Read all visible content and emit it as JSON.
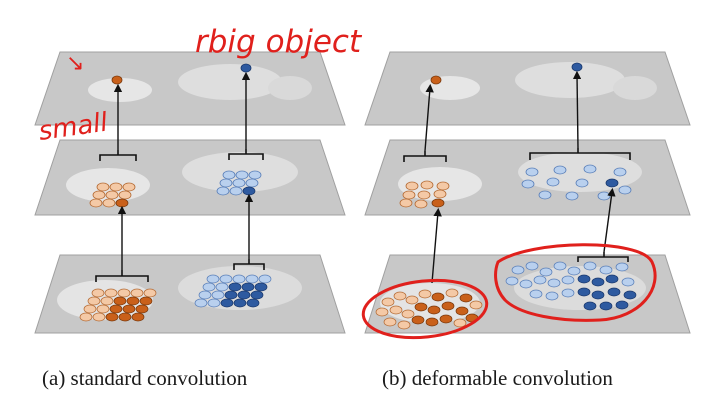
{
  "captions": {
    "left": "(a) standard convolution",
    "right": "(b) deformable convolution"
  },
  "annotations": {
    "top": "rbig object",
    "side": "small",
    "arrow": "↘"
  },
  "colors": {
    "orange_light": "#f4c9a6",
    "orange_dark": "#c9601a",
    "blue_light": "#b9d0ee",
    "blue_dark": "#2e5aa0",
    "ink": "#e0201c",
    "layer": "#c9c9c9",
    "layer_edge": "#9e9e9e"
  },
  "icons": [
    "arrow-up-icon",
    "bracket-icon",
    "sheep-icon"
  ]
}
